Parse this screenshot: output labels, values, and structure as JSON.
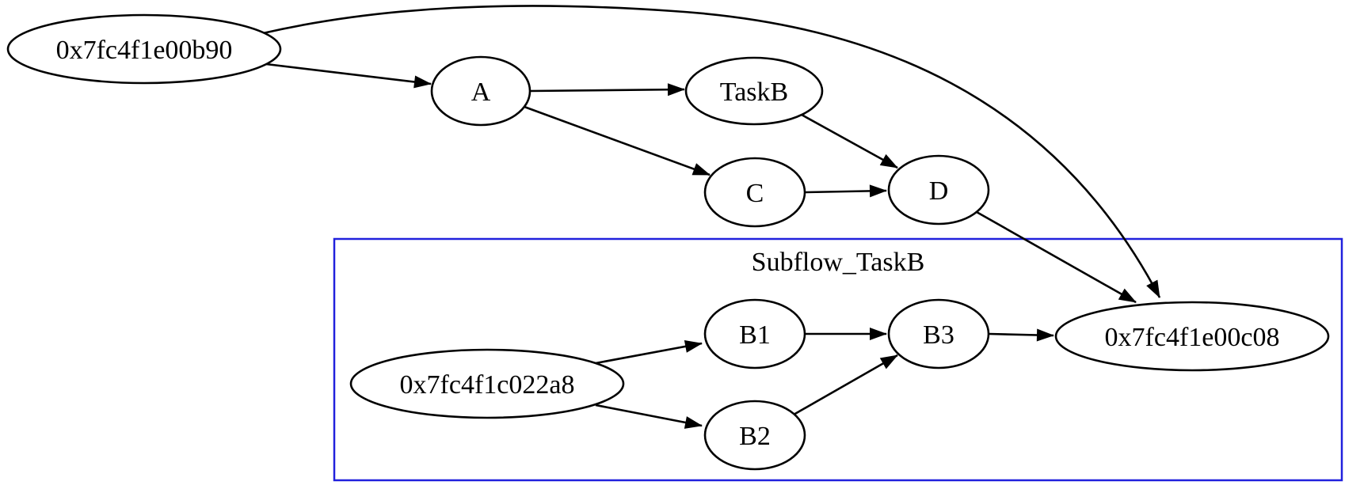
{
  "diagram": {
    "type": "directed-graph",
    "colors": {
      "background": "#ffffff",
      "node_fill": "#ffffff",
      "node_stroke": "#000000",
      "edge_stroke": "#000000",
      "label_color": "#000000",
      "cluster_border": "#2121dd"
    },
    "nodes": {
      "b90": {
        "label": "0x7fc4f1e00b90"
      },
      "a": {
        "label": "A"
      },
      "taskb": {
        "label": "TaskB"
      },
      "c": {
        "label": "C"
      },
      "d": {
        "label": "D"
      },
      "c022a8": {
        "label": "0x7fc4f1c022a8"
      },
      "b1": {
        "label": "B1"
      },
      "b2": {
        "label": "B2"
      },
      "b3": {
        "label": "B3"
      },
      "c08": {
        "label": "0x7fc4f1e00c08"
      }
    },
    "cluster": {
      "label": "Subflow_TaskB",
      "members": [
        "0x7fc4f1c022a8",
        "B1",
        "B2",
        "B3",
        "0x7fc4f1e00c08"
      ]
    },
    "edges": [
      {
        "from": "0x7fc4f1e00b90",
        "to": "A"
      },
      {
        "from": "0x7fc4f1e00b90",
        "to": "0x7fc4f1e00c08"
      },
      {
        "from": "A",
        "to": "TaskB"
      },
      {
        "from": "A",
        "to": "C"
      },
      {
        "from": "TaskB",
        "to": "D"
      },
      {
        "from": "C",
        "to": "D"
      },
      {
        "from": "D",
        "to": "0x7fc4f1e00c08"
      },
      {
        "from": "0x7fc4f1c022a8",
        "to": "B1"
      },
      {
        "from": "0x7fc4f1c022a8",
        "to": "B2"
      },
      {
        "from": "B1",
        "to": "B3"
      },
      {
        "from": "B2",
        "to": "B3"
      },
      {
        "from": "B3",
        "to": "0x7fc4f1e00c08"
      }
    ]
  }
}
